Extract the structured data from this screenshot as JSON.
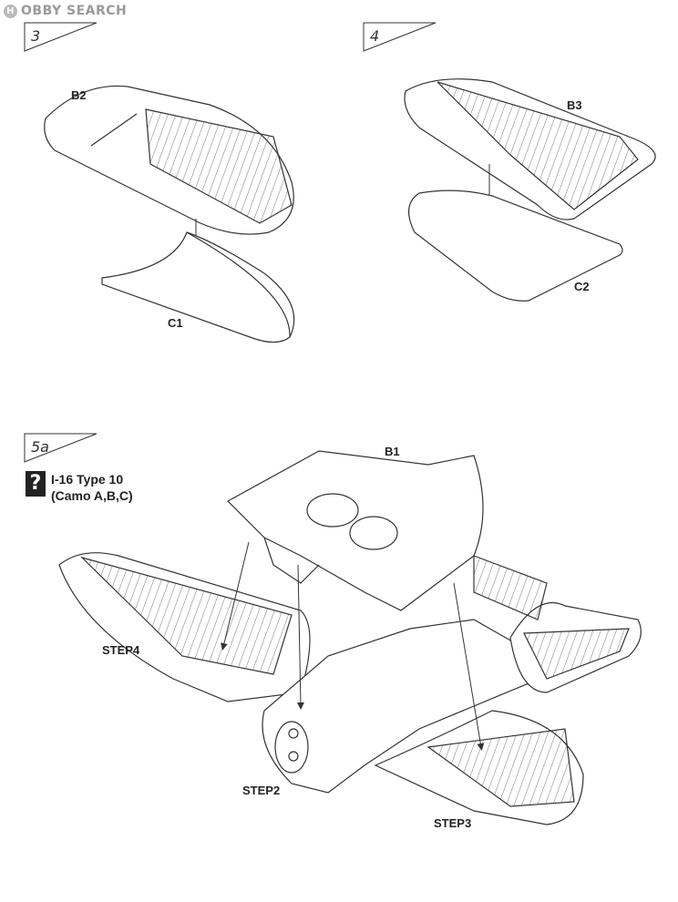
{
  "watermark": {
    "logo": "H",
    "text": "OBBY SEARCH"
  },
  "steps": {
    "s3": {
      "number": "3"
    },
    "s4": {
      "number": "4"
    },
    "s5a": {
      "number": "5a"
    }
  },
  "parts": {
    "b2": "B2",
    "c1": "C1",
    "b3": "B3",
    "c2": "C2",
    "b1": "B1",
    "step4": "STEP4",
    "step2": "STEP2",
    "step3": "STEP3"
  },
  "variant": {
    "icon": "?",
    "line1": "I-16 Type 10",
    "line2": "(Camo A,B,C)"
  }
}
